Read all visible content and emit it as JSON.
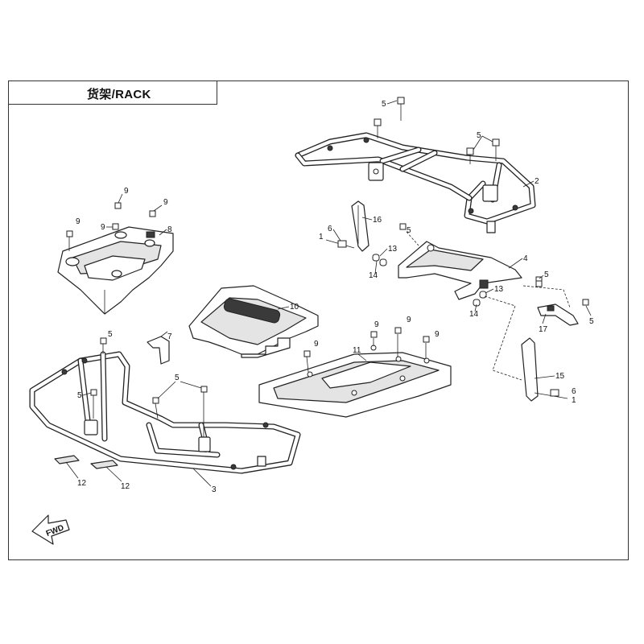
{
  "title": "货架/RACK",
  "fwd_label": "FWD",
  "callouts": {
    "c_1a": "1",
    "c_1b": "1",
    "c_2": "2",
    "c_3": "3",
    "c_4": "4",
    "c_5a": "5",
    "c_5b": "5",
    "c_5c": "5",
    "c_5d": "5",
    "c_5e": "5",
    "c_5f": "5",
    "c_5g": "5",
    "c_5h": "5",
    "c_6a": "6",
    "c_6b": "6",
    "c_7": "7",
    "c_8": "8",
    "c_9a": "9",
    "c_9b": "9",
    "c_9c": "9",
    "c_9d": "9",
    "c_9e": "9",
    "c_9f": "9",
    "c_9g": "9",
    "c_10": "10",
    "c_11": "11",
    "c_12a": "12",
    "c_12b": "12",
    "c_13a": "13",
    "c_13b": "13",
    "c_14a": "14",
    "c_14b": "14",
    "c_15": "15",
    "c_16": "16",
    "c_17": "17"
  }
}
